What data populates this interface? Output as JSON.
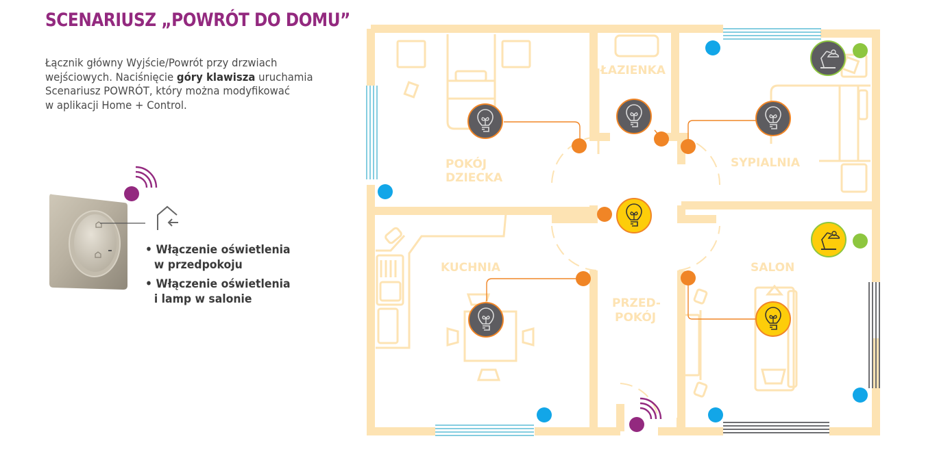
{
  "header": {
    "title": "SCENARIUSZ „POWRÓT DO DOMU”"
  },
  "description": {
    "line1": "Łącznik główny Wyjście/Powrót przy drzwiach",
    "line2_pre": "wejściowych. Naciśnięcie ",
    "line2_bold": "góry klawisza",
    "line2_post": " uruchamia",
    "line3": "Scenariusz POWRÓT, który można modyfikować",
    "line4": "w aplikacji Home + Control."
  },
  "switch": {
    "icon": "home-return-icon",
    "signal_icon": "wireless-signal-icon"
  },
  "actions": [
    {
      "line1": "Włączenie oświetlenia",
      "line2": "w przedpokoju"
    },
    {
      "line1": "Włączenie oświetlenia",
      "line2": "i lamp w salonie"
    }
  ],
  "floorplan": {
    "rooms": {
      "kids_room_1": "POKÓJ",
      "kids_room_2": "DZIECKA",
      "bathroom": "ŁAZIENKA",
      "bedroom": "SYPIALNIA",
      "kitchen": "KUCHNIA",
      "hall_1": "PRZED-",
      "hall_2": "POKÓJ",
      "living_room": "SALON"
    },
    "devices": [
      {
        "room": "POKÓJ DZIECKA",
        "type": "ceiling-light",
        "state": "off"
      },
      {
        "room": "ŁAZIENKA",
        "type": "ceiling-light",
        "state": "off"
      },
      {
        "room": "SYPIALNIA",
        "type": "ceiling-light",
        "state": "off"
      },
      {
        "room": "SYPIALNIA",
        "type": "desk-lamp",
        "state": "off"
      },
      {
        "room": "PRZEDPOKÓJ",
        "type": "ceiling-light",
        "state": "on"
      },
      {
        "room": "KUCHNIA",
        "type": "ceiling-light",
        "state": "off"
      },
      {
        "room": "SALON",
        "type": "ceiling-light",
        "state": "on"
      },
      {
        "room": "SALON",
        "type": "desk-lamp",
        "state": "on"
      }
    ],
    "legend_colors": {
      "wall": "#fde3b3",
      "light_off": "#5d5c60",
      "light_on": "#fdcd0a",
      "switch_dot": "#f08526",
      "shutter_dot": "#12a6e8",
      "socket_dot": "#8dc63f",
      "main_switch_dot": "#93297f",
      "window_blue": "#84cde0",
      "window_gray": "#6d6e71"
    }
  }
}
